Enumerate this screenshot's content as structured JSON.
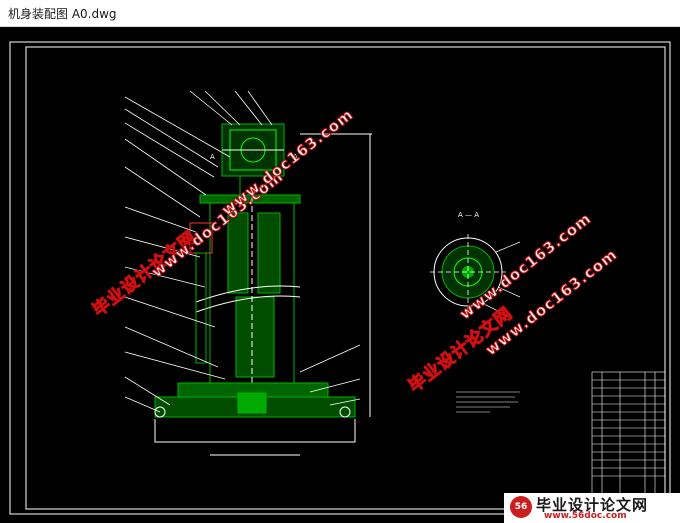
{
  "window": {
    "title": "机身装配图 A0.dwg"
  },
  "drawing": {
    "section_label": "A — A",
    "view_label_top": "A",
    "view_label_top_right": "A"
  },
  "watermarks": {
    "site_cn": "毕业设计论文网",
    "url_doc163": "www.doc163.com",
    "url_56doc": "www.56doc.com"
  },
  "colors": {
    "background": "#000000",
    "border": "#ffffff",
    "part": "#00b400",
    "hatch": "#00d000",
    "leader": "#ffffff",
    "accent_red": "#d01010"
  }
}
